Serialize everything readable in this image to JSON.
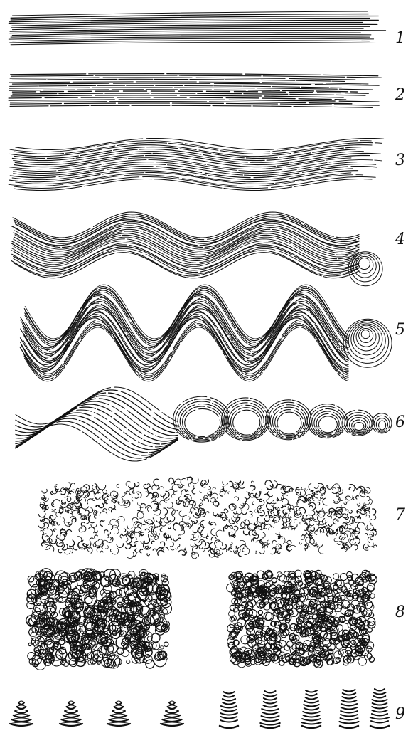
{
  "figure": {
    "ink_color": "#111111",
    "paper_color": "#ffffff",
    "rows": [
      {
        "label": "1",
        "kind": "straight-strands"
      },
      {
        "label": "2",
        "kind": "straight-strands-broken"
      },
      {
        "label": "3",
        "kind": "gently-wavy-strands"
      },
      {
        "label": "4",
        "kind": "wavy-strands-curl-end"
      },
      {
        "label": "5",
        "kind": "deep-wave-strands-curl-end"
      },
      {
        "label": "6",
        "kind": "twisted-spiral-strands"
      },
      {
        "label": "7",
        "kind": "fine-curly-mass"
      },
      {
        "label": "8",
        "kind": "curly-blocks-pair"
      },
      {
        "label": "9",
        "kind": "cone-and-column-spirals"
      }
    ]
  }
}
